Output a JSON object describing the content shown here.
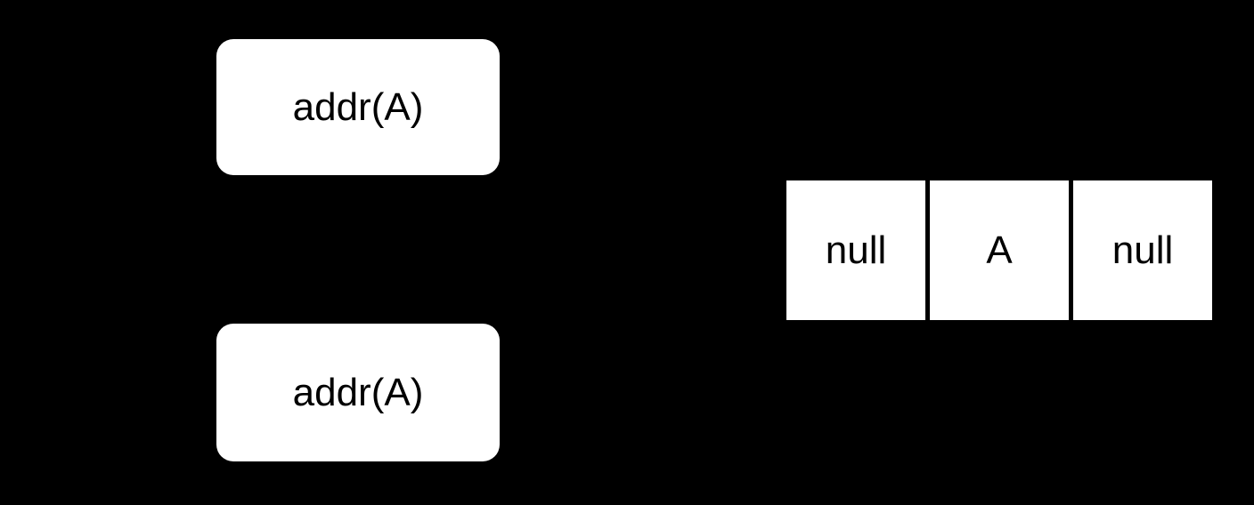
{
  "diagram": {
    "background_color": "#000000",
    "shape_fill_color": "#ffffff",
    "text_color": "#000000",
    "pointer_nodes": [
      {
        "label": "addr(A)"
      },
      {
        "label": "addr(A)"
      }
    ],
    "array_cells": [
      {
        "label": "null"
      },
      {
        "label": "A"
      },
      {
        "label": "null"
      }
    ]
  }
}
